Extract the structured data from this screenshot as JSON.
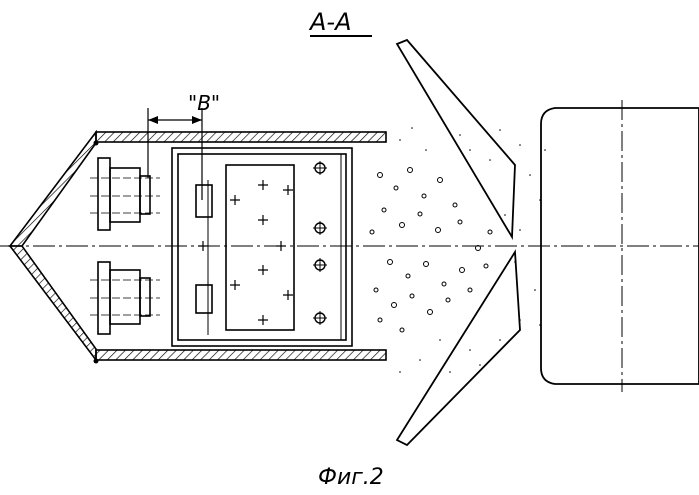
{
  "figure": {
    "section_label": "A-A",
    "detail_label": "\"B\"",
    "caption": "Фиг.2"
  },
  "colors": {
    "ink": "#000000",
    "paper": "#ffffff"
  }
}
